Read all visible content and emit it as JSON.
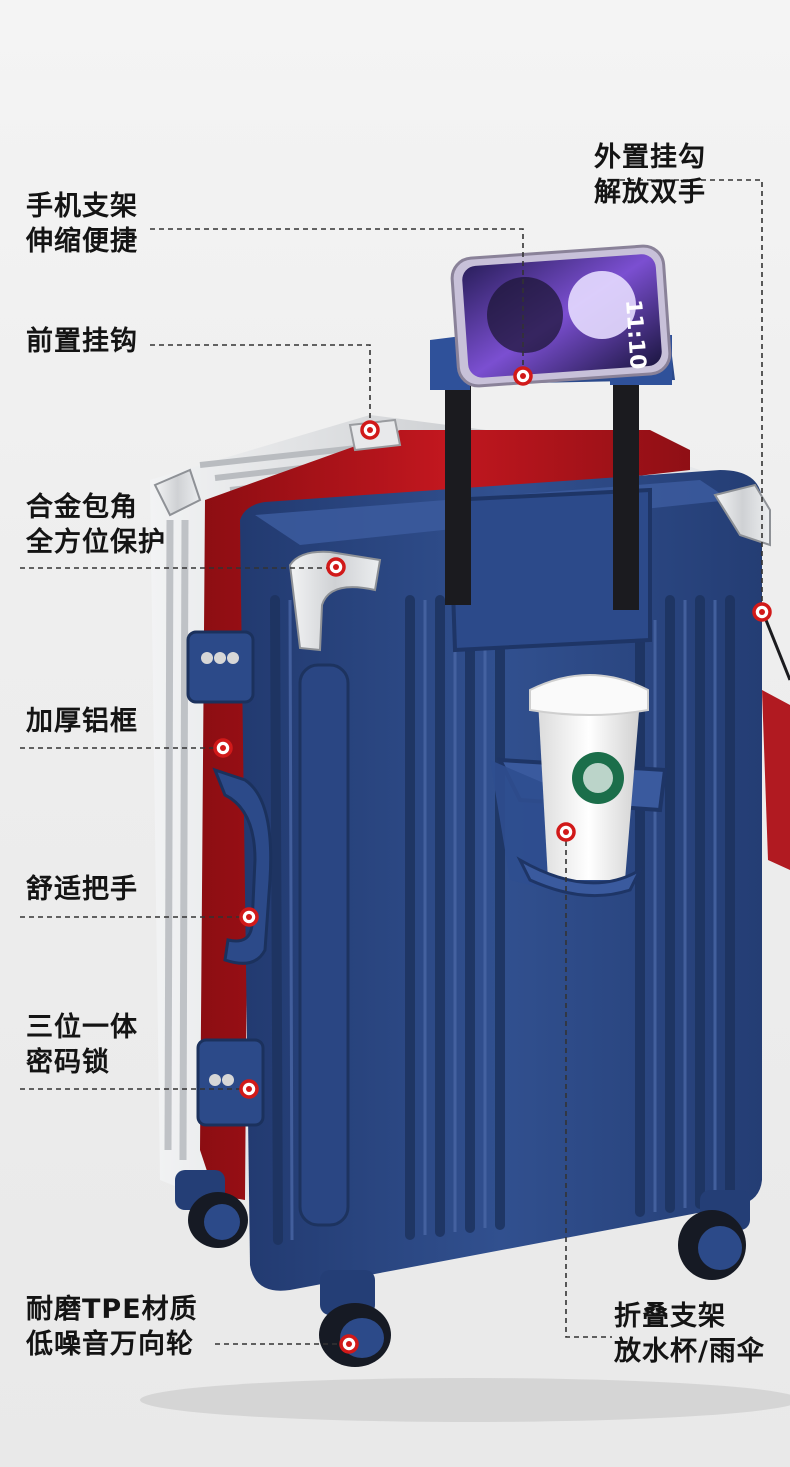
{
  "image": {
    "subject": "suitcase-with-phone-and-coffee-cup",
    "colors": {
      "shell_blue": "#2d4a86",
      "frame_red": "#b3141c",
      "frame_silver": "#d9dadc",
      "corner_silver": "#c8cacd",
      "callout_red": "#d11919",
      "text": "#141414"
    }
  },
  "callouts": [
    {
      "id": "phone-holder",
      "lines": [
        "手机支架",
        "伸缩便捷"
      ]
    },
    {
      "id": "front-hook",
      "lines": [
        "前置挂钩"
      ]
    },
    {
      "id": "alloy-corner",
      "lines": [
        "合金包角",
        "全方位保护"
      ]
    },
    {
      "id": "aluminum-frame",
      "lines": [
        "加厚铝框"
      ]
    },
    {
      "id": "comfort-handle",
      "lines": [
        "舒适把手"
      ]
    },
    {
      "id": "lock",
      "lines": [
        "三位一体",
        "密码锁"
      ]
    },
    {
      "id": "wheels",
      "lines": [
        "耐磨TPE材质",
        "低噪音万向轮"
      ]
    },
    {
      "id": "side-hook",
      "lines": [
        "外置挂勾",
        "解放双手"
      ]
    },
    {
      "id": "cup-holder",
      "lines": [
        "折叠支架",
        "放水杯/雨伞"
      ]
    }
  ],
  "phone": {
    "clock": "11:10"
  }
}
